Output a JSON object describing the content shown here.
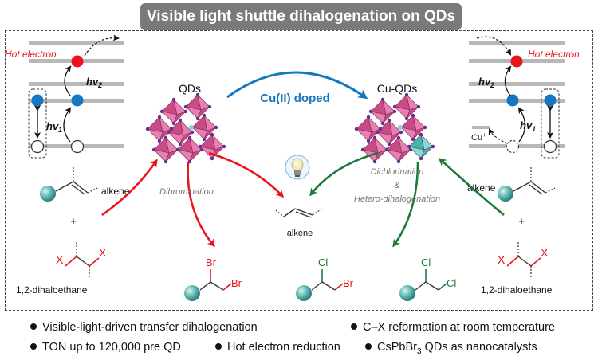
{
  "title": "Visible light shuttle dihalogenation on QDs",
  "labels": {
    "hot_electron_left": "Hot electron",
    "hot_electron_right": "Hot electron",
    "hv2": "hv",
    "hv2_sub": "2",
    "hv1": "hv",
    "hv1_sub": "1",
    "qds": "QDs",
    "cu_qds": "Cu-QDs",
    "cu_doped": "Cu(II) doped",
    "cu_plus": "Cu",
    "cu_plus_sup": "+",
    "alkene_left": "alkene",
    "alkene_right": "alkene",
    "alkene_center": "alkene",
    "plus": "+",
    "dihaloethane_left": "1,2-dihaloethane",
    "dihaloethane_right": "1,2-dihaloethane",
    "x": "X",
    "dibromination": "Dibromination",
    "dichlorination": "Dichlorination",
    "amp": "&",
    "hetero": "Hetero-dihalogenation",
    "br": "Br",
    "cl": "Cl"
  },
  "bullets": [
    "Visible-light-driven transfer dihalogenation",
    "C–X reformation at room temperature",
    "TON up to 120,000 pre QD",
    "Hot electron reduction",
    "CsPbBr"
  ],
  "bullet_sub": "3",
  "bullet_tail": " QDs as nanocatalysts",
  "colors": {
    "red": "#e8161b",
    "blue": "#1577c0",
    "green": "#1b7a3a",
    "pink": "#e26aa3",
    "cyan": "#6fd6d3",
    "gray": "#b8b8b8"
  }
}
